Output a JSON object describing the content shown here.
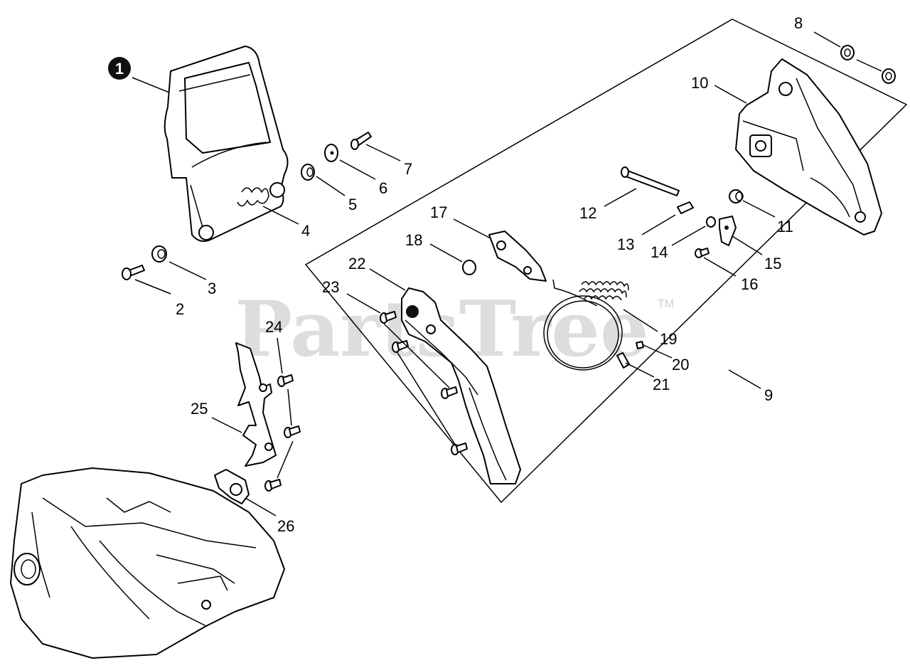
{
  "watermark": {
    "text": "PartsTree",
    "tm": "TM"
  },
  "callouts": [
    {
      "id": "1",
      "text": "1",
      "badge": true
    },
    {
      "id": "2",
      "text": "2"
    },
    {
      "id": "3",
      "text": "3"
    },
    {
      "id": "4",
      "text": "4"
    },
    {
      "id": "5",
      "text": "5"
    },
    {
      "id": "6",
      "text": "6"
    },
    {
      "id": "7",
      "text": "7"
    },
    {
      "id": "8",
      "text": "8"
    },
    {
      "id": "9",
      "text": "9"
    },
    {
      "id": "10",
      "text": "10"
    },
    {
      "id": "11",
      "text": "11"
    },
    {
      "id": "12",
      "text": "12"
    },
    {
      "id": "13",
      "text": "13"
    },
    {
      "id": "14",
      "text": "14"
    },
    {
      "id": "15",
      "text": "15"
    },
    {
      "id": "16",
      "text": "16"
    },
    {
      "id": "17",
      "text": "17"
    },
    {
      "id": "18",
      "text": "18"
    },
    {
      "id": "19",
      "text": "19"
    },
    {
      "id": "20",
      "text": "20"
    },
    {
      "id": "21",
      "text": "21"
    },
    {
      "id": "22",
      "text": "22"
    },
    {
      "id": "23",
      "text": "23"
    },
    {
      "id": "24",
      "text": "24"
    },
    {
      "id": "25",
      "text": "25"
    },
    {
      "id": "26",
      "text": "26"
    }
  ],
  "colors": {
    "line": "#000000",
    "background": "#ffffff",
    "watermark": "#d2d2d2",
    "badge": "#111111"
  }
}
